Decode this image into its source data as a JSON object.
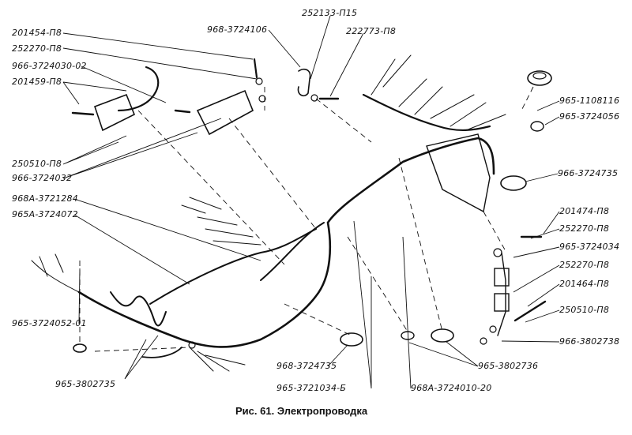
{
  "caption": {
    "prefix": "Рис. 61.",
    "title": "Электропроводка"
  },
  "labels": {
    "l201454": "201454-П8",
    "l252270a": "252270-П8",
    "l966_3724030": "966-3724030-02",
    "l201459": "201459-П8",
    "l250510a": "250510-П8",
    "l966_3724032": "966-3724032",
    "l968a_3721284": "968А-3721284",
    "l965a_3724072": "965А-3724072",
    "l965_3724052": "965-3724052-01",
    "l965_3802735": "965-3802735",
    "l968_3724106": "968-3724106",
    "l252133": "252133-П15",
    "l222773": "222773-П8",
    "l965_1108116": "965-1108116",
    "l965_3724056": "965-3724056",
    "l966_3724735": "966-3724735",
    "l201474": "201474-П8",
    "l252270b": "252270-П8",
    "l965_3724034": "965-3724034",
    "l252270c": "252270-П8",
    "l201464": "201464-П8",
    "l250510b": "250510-П8",
    "l966_3802738": "966-3802738",
    "l965_3802736": "965-3802736",
    "l968_3724735": "968-3724735",
    "l965_3721034": "965-3721034-Б",
    "l968a_3724010": "968А-3724010-20"
  }
}
